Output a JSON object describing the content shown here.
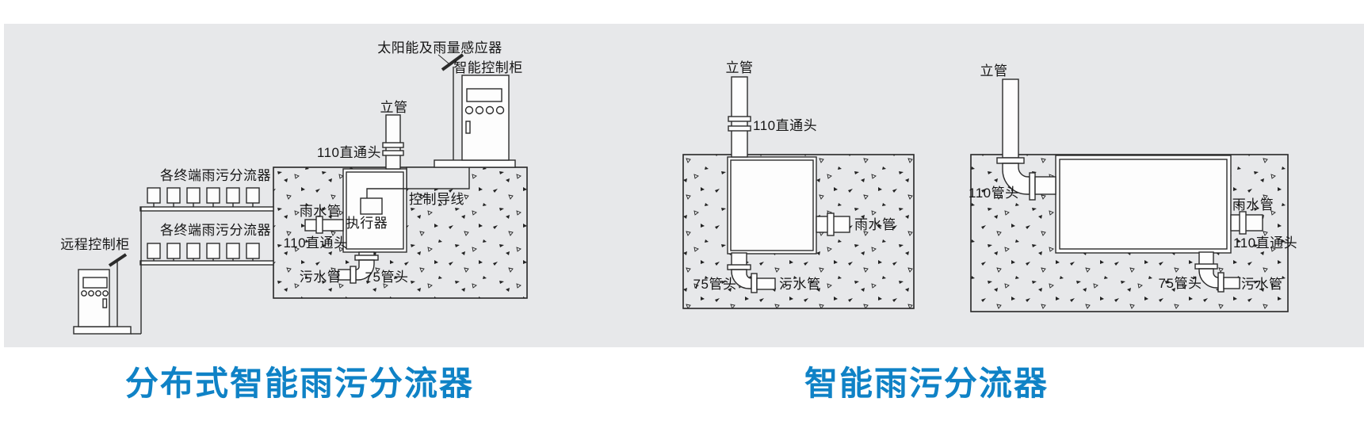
{
  "panel": {
    "background": "#e7e8ea",
    "line_color": "#2b2b2b",
    "title_color": "#0f82c6"
  },
  "titles": {
    "left": "分布式智能雨污分流器",
    "right": "智能雨污分流器"
  },
  "diagram_left": {
    "labels": {
      "solar_sensor": "太阳能及雨量感应器",
      "smart_cabinet": "智能控制柜",
      "riser": "立管",
      "tee110_top": "110直通头",
      "terminal_row1": "各终端雨污分流器",
      "terminal_row2": "各终端雨污分流器",
      "remote_cabinet": "远程控制柜",
      "rain_pipe": "雨水管",
      "tee110_side": "110直通头",
      "actuator": "执行器",
      "control_wire": "控制导线",
      "sewage_pipe": "污水管",
      "elbow75": "75管头"
    }
  },
  "diagram_middle": {
    "labels": {
      "riser": "立管",
      "tee110": "110直通头",
      "rain_pipe": "雨水管",
      "elbow75": "75管头",
      "sewage_pipe": "污水管"
    }
  },
  "diagram_right": {
    "labels": {
      "riser": "立管",
      "head110": "110管头",
      "rain_pipe": "雨水管",
      "tee110": "110直通头",
      "elbow75": "75管头",
      "sewage_pipe": "污水管"
    }
  }
}
